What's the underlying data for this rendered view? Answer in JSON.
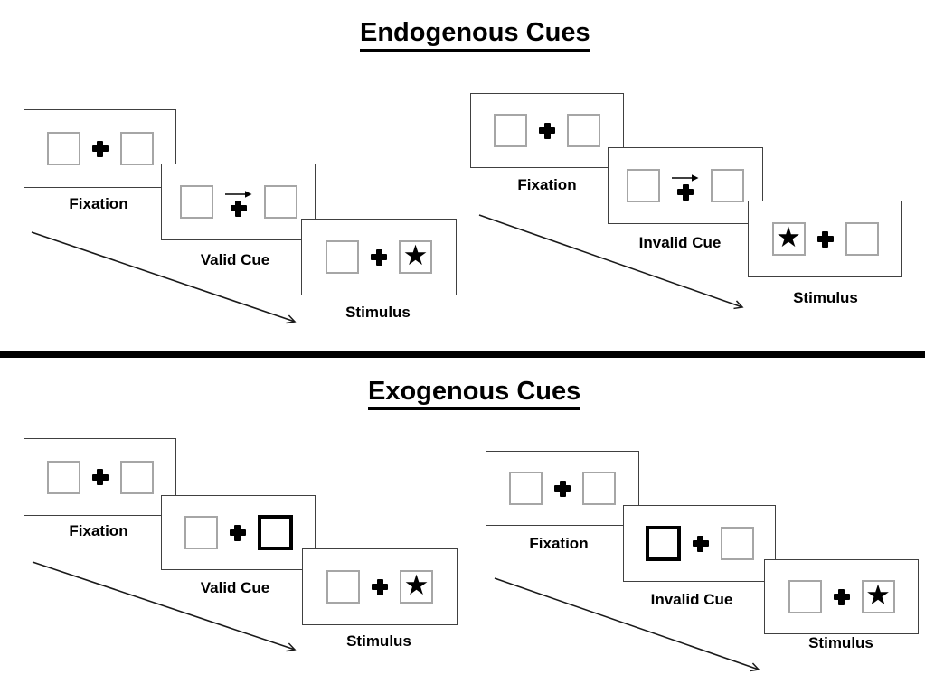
{
  "glyphs": {
    "star": "★"
  },
  "colors": {
    "ink": "#000000",
    "panel_border": "#404040",
    "square_border": "#a6a6a6",
    "divider": "#000000"
  },
  "sections": [
    {
      "title": "Endogenous Cues",
      "groups": [
        {
          "name": "valid-trial",
          "panels": [
            {
              "label": "Fixation",
              "type": "fixation"
            },
            {
              "label": "Valid Cue",
              "type": "arrow-cue",
              "arrow_direction": "right"
            },
            {
              "label": "Stimulus",
              "type": "stimulus",
              "star_side": "right"
            }
          ]
        },
        {
          "name": "invalid-trial",
          "panels": [
            {
              "label": "Fixation",
              "type": "fixation"
            },
            {
              "label": "Invalid Cue",
              "type": "arrow-cue",
              "arrow_direction": "right"
            },
            {
              "label": "Stimulus",
              "type": "stimulus",
              "star_side": "left"
            }
          ]
        }
      ]
    },
    {
      "title": "Exogenous Cues",
      "groups": [
        {
          "name": "valid-trial",
          "panels": [
            {
              "label": "Fixation",
              "type": "fixation"
            },
            {
              "label": "Valid Cue",
              "type": "box-cue",
              "highlight_side": "right"
            },
            {
              "label": "Stimulus",
              "type": "stimulus",
              "star_side": "right"
            }
          ]
        },
        {
          "name": "invalid-trial",
          "panels": [
            {
              "label": "Fixation",
              "type": "fixation"
            },
            {
              "label": "Invalid Cue",
              "type": "box-cue",
              "highlight_side": "left"
            },
            {
              "label": "Stimulus",
              "type": "stimulus",
              "star_side": "right"
            }
          ]
        }
      ]
    }
  ]
}
